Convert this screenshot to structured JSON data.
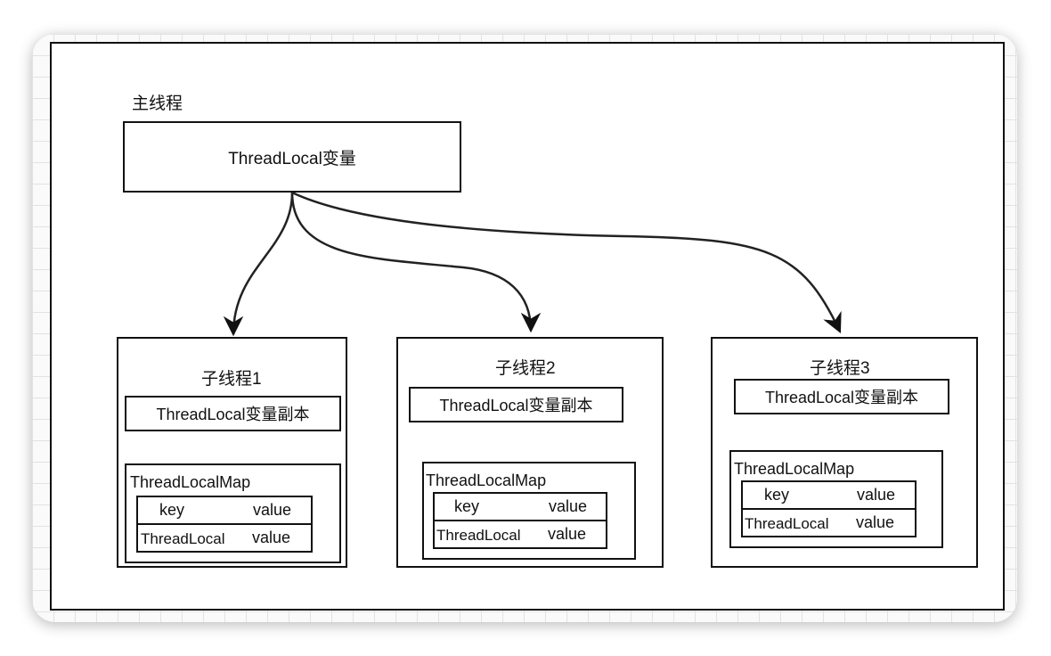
{
  "main_thread": {
    "label": "主线程",
    "variable": "ThreadLocal变量"
  },
  "child_threads": [
    {
      "title": "子线程1",
      "copy": "ThreadLocal变量副本",
      "map_title": "ThreadLocalMap",
      "header": {
        "key": "key",
        "value": "value"
      },
      "row": {
        "key": "ThreadLocal",
        "value": "value"
      }
    },
    {
      "title": "子线程2",
      "copy": "ThreadLocal变量副本",
      "map_title": "ThreadLocalMap",
      "header": {
        "key": "key",
        "value": "value"
      },
      "row": {
        "key": "ThreadLocal",
        "value": "value"
      }
    },
    {
      "title": "子线程3",
      "copy": "ThreadLocal变量副本",
      "map_title": "ThreadLocalMap",
      "header": {
        "key": "key",
        "value": "value"
      },
      "row": {
        "key": "ThreadLocal",
        "value": "value"
      }
    }
  ]
}
